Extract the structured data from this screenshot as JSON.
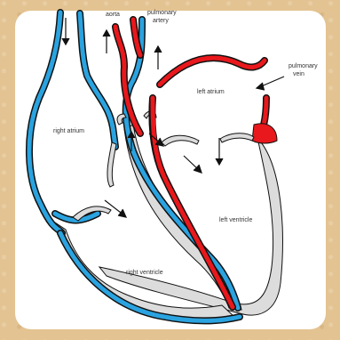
{
  "labels": {
    "aorta": "aorta",
    "pulmonary_artery_line1": "pulmonary",
    "pulmonary_artery_line2": "artery",
    "pulmonary_vein_line1": "pulmonary",
    "pulmonary_vein_line2": "vein",
    "left_atrium": "left atrium",
    "right_atrium": "right atrium",
    "left_ventricle": "left ventricle",
    "right_ventricle": "right ventricle"
  },
  "colors": {
    "oxygen_poor_blood": "#2aa3e0",
    "oxygen_rich_blood": "#e8181c",
    "heart_wall": "#dcdcdc",
    "outline": "#111111",
    "background": "#e3c391"
  }
}
